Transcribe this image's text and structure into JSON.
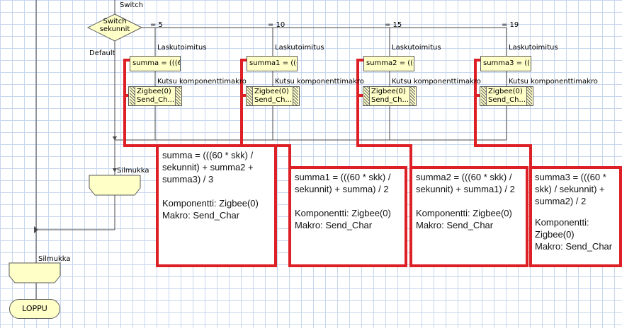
{
  "switch": {
    "label": "Switch",
    "condition": "Switch\nsekunnit",
    "default": "Default"
  },
  "cases": [
    {
      "value": "= 5",
      "calc_title": "Laskutoimitus",
      "calc_text": "summa = (((6...",
      "macro_title": "Kutsu komponenttimakro",
      "macro_line1": "Zigbee(0)",
      "macro_line2": "Send_Ch..."
    },
    {
      "value": "= 10",
      "calc_title": "Laskutoimitus",
      "calc_text": "summa1 = (((...",
      "macro_title": "Kutsu komponenttimakro",
      "macro_line1": "Zigbee(0)",
      "macro_line2": "Send_Ch..."
    },
    {
      "value": "= 15",
      "calc_title": "Laskutoimitus",
      "calc_text": "summa2 = (((...",
      "macro_title": "Kutsu komponenttimakro",
      "macro_line1": "Zigbee(0)",
      "macro_line2": "Send_Ch..."
    },
    {
      "value": "= 19",
      "calc_title": "Laskutoimitus",
      "calc_text": "summa3 = (((...",
      "macro_title": "Kutsu komponenttimakro",
      "macro_line1": "Zigbee(0)",
      "macro_line2": "Send_Ch..."
    }
  ],
  "loops": {
    "inner": "Silmukka",
    "outer": "Silmukka"
  },
  "end": {
    "label": "LOPPU"
  },
  "notes": [
    {
      "formula": "summa = (((60 * skk) / sekunnit) + summa2 + summa3) / 3",
      "component": "Komponentti: Zigbee(0)",
      "macro": "Makro: Send_Char"
    },
    {
      "formula": "summa1 = (((60 * skk) / sekunnit) + summa) / 2",
      "component": "Komponentti: Zigbee(0)",
      "macro": "Makro: Send_Char"
    },
    {
      "formula": "summa2 = (((60 * skk) / sekunnit) + summa1) / 2",
      "component": "Komponentti: Zigbee(0)",
      "macro": "Makro: Send_Char"
    },
    {
      "formula": "summa3 = (((60 * skk) / sekunnit) + summa2) / 2",
      "component": "Komponentti: Zigbee(0)",
      "macro": "Makro: Send_Char"
    }
  ],
  "colors": {
    "grid": "#c7d7ee",
    "node_fill": "#ffffc8",
    "highlight": "#dd1f26",
    "line": "#4a4a4a"
  }
}
